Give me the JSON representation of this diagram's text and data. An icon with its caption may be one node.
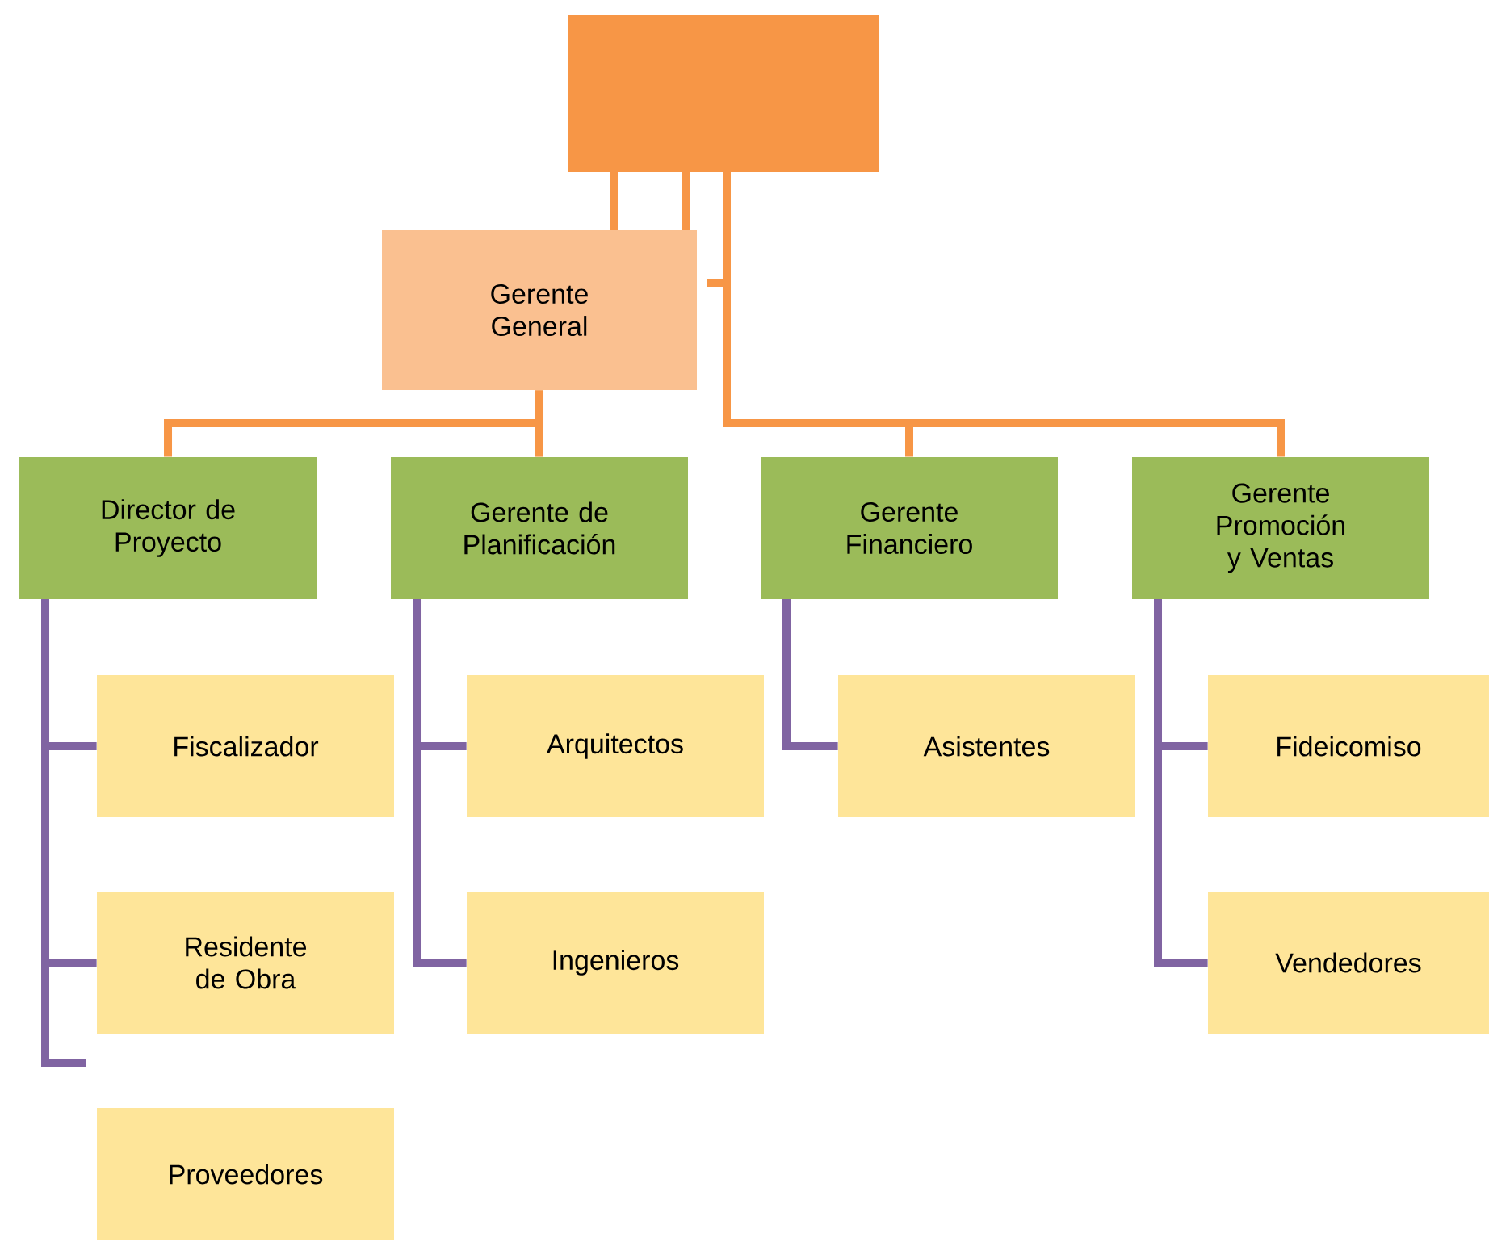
{
  "diagram": {
    "nodes": [
      {
        "text": [],
        "shape": "box"
      },
      {
        "text": [
          "Gerente General"
        ]
      },
      {
        "text": [
          "Director de Proyecto"
        ]
      },
      {
        "text": [
          "Gerente de Planificación"
        ]
      },
      {
        "text": [
          "Gerente Financiero"
        ]
      },
      {
        "text": [
          "Gerente Promoción y Ventas"
        ]
      },
      {
        "text": [
          "Fiscalizador"
        ]
      },
      {
        "text": [
          "Residente de Obra"
        ]
      },
      {
        "text": [
          "Proveedores"
        ]
      },
      {
        "text": [
          "Arquitectos"
        ]
      },
      {
        "text": [
          "Ingenieros"
        ]
      },
      {
        "text": [
          "Asistentes"
        ]
      },
      {
        "text": [
          "Fideicomiso"
        ]
      },
      {
        "text": [
          "Vendedores"
        ]
      }
    ],
    "edges": [
      {
        "from": 0,
        "to": 1,
        "arrow": "none",
        "color": "#f79646"
      },
      {
        "from": 0,
        "to": 1,
        "arrow": "none",
        "color": "#f79646"
      },
      {
        "from": 1,
        "to": 2,
        "arrow": "none",
        "color": "#f79646"
      },
      {
        "from": 1,
        "to": 3,
        "arrow": "none",
        "color": "#f79646"
      },
      {
        "from": 0,
        "to": 4,
        "arrow": "none",
        "color": "#f79646"
      },
      {
        "from": 0,
        "to": 5,
        "arrow": "none",
        "color": "#f79646"
      },
      {
        "from": 2,
        "to": 6,
        "arrow": "none"
      },
      {
        "from": 2,
        "to": 7,
        "arrow": "none"
      },
      {
        "from": 3,
        "to": 9,
        "arrow": "none"
      },
      {
        "from": 3,
        "to": 10,
        "arrow": "none"
      },
      {
        "from": 4,
        "to": 11,
        "arrow": "none"
      },
      {
        "from": 5,
        "to": 12,
        "arrow": "none"
      },
      {
        "from": 5,
        "to": 13,
        "arrow": "none"
      }
    ]
  }
}
